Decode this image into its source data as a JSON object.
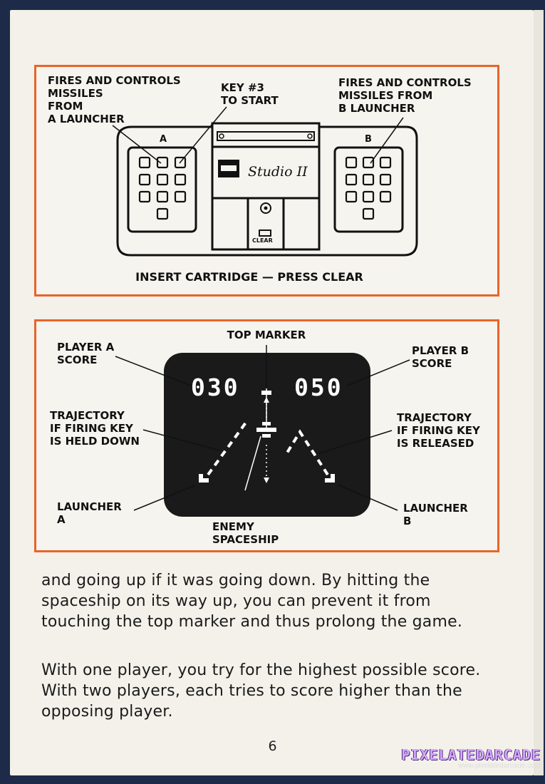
{
  "top_panel": {
    "label_a": "FIRES AND CONTROLS\nMISSILES\nFROM\nA LAUNCHER",
    "label_key": "KEY #3\nTO START",
    "label_b": "FIRES AND CONTROLS\nMISSILES FROM\nB LAUNCHER",
    "keypad_a_letter": "A",
    "keypad_b_letter": "B",
    "brand": "Studio II",
    "clear_key": "CLEAR",
    "caption": "INSERT CARTRIDGE — PRESS CLEAR"
  },
  "bottom_panel": {
    "top_marker": "TOP MARKER",
    "player_a_score_label": "PLAYER A\nSCORE",
    "player_b_score_label": "PLAYER B\nSCORE",
    "score_a": "030",
    "score_b": "050",
    "trajectory_held": "TRAJECTORY\nIF FIRING KEY\nIS HELD DOWN",
    "trajectory_released": "TRAJECTORY\nIF FIRING KEY\nIS RELEASED",
    "launcher_a": "LAUNCHER\nA",
    "launcher_b": "LAUNCHER\nB",
    "enemy": "ENEMY\nSPACESHIP"
  },
  "paragraphs": [
    "and going up if it was going down. By hitting the spaceship on its way up, you can prevent it from touching the top marker and thus prolong the game.",
    "With one player, you try for the highest possible score. With two players, each tries to score higher than the opposing player."
  ],
  "page_number": "6",
  "watermark": {
    "title": "PIXELATEDARCADE",
    "url": "www.pixelatedarcade.com"
  },
  "colors": {
    "frame": "#e8642a",
    "paper": "#f3f1ea",
    "background": "#1e2b48",
    "screen": "#1a1a1a"
  }
}
